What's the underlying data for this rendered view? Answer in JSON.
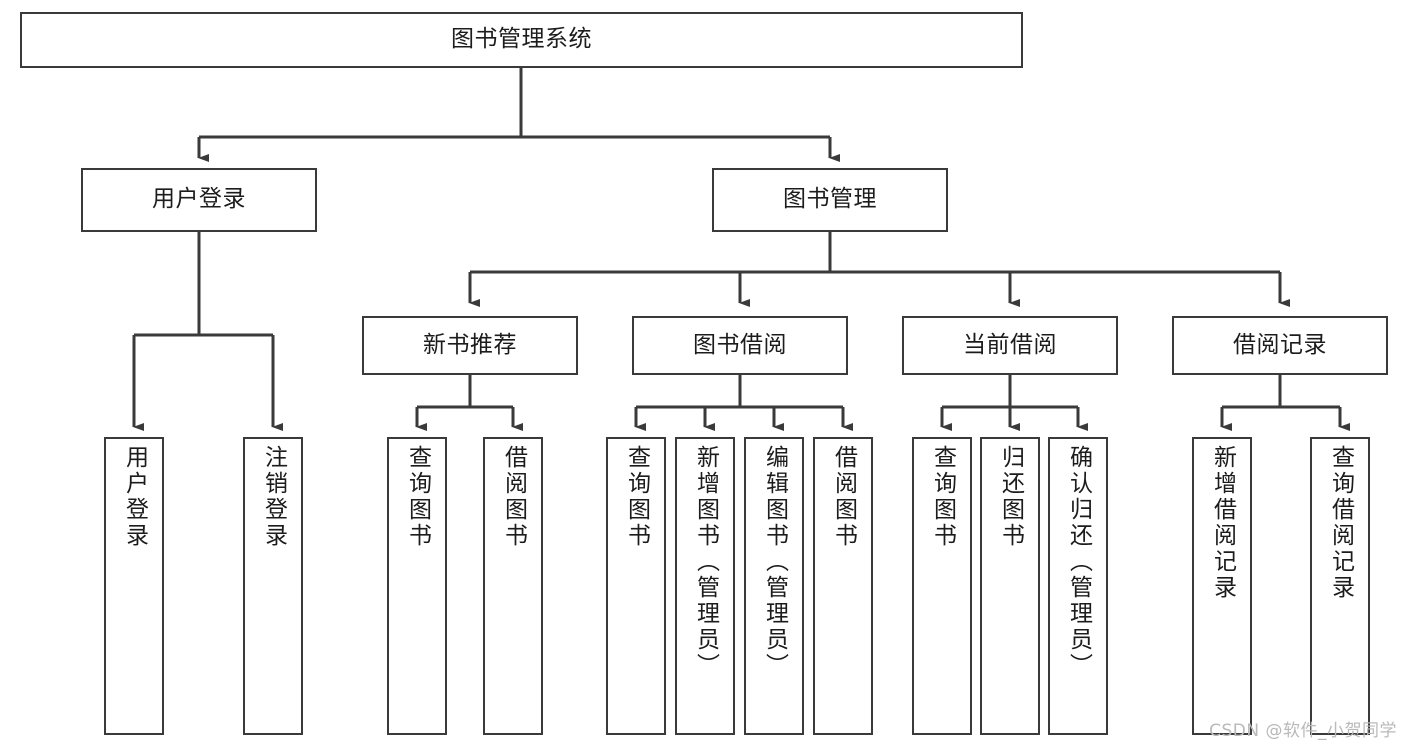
{
  "diagram": {
    "title": "图书管理系统",
    "type": "tree",
    "orientation": "top-down",
    "colors": {
      "box_border": "#3a3a3a",
      "box_fill": "#ffffff",
      "edge": "#3a3a3a",
      "text": "#1c1c1c",
      "watermark": "#b9b9b9",
      "background": "#ffffff"
    },
    "nodes": {
      "root": {
        "label": "图书管理系统"
      },
      "level2": [
        {
          "label": "用户登录"
        },
        {
          "label": "图书管理"
        }
      ],
      "level3": [
        {
          "label": "新书推荐"
        },
        {
          "label": "图书借阅"
        },
        {
          "label": "当前借阅"
        },
        {
          "label": "借阅记录"
        }
      ],
      "leaves_user_login": [
        {
          "label": "用户登录"
        },
        {
          "label": "注销登录"
        }
      ],
      "leaves_new_book": [
        {
          "label": "查询图书"
        },
        {
          "label": "借阅图书"
        }
      ],
      "leaves_borrow": [
        {
          "label": "查询图书"
        },
        {
          "label": "新增图书（管理员）"
        },
        {
          "label": "编辑图书（管理员）"
        },
        {
          "label": "借阅图书"
        }
      ],
      "leaves_current": [
        {
          "label": "查询图书"
        },
        {
          "label": "归还图书"
        },
        {
          "label": "确认归还（管理员）"
        }
      ],
      "leaves_record": [
        {
          "label": "新增借阅记录"
        },
        {
          "label": "查询借阅记录"
        }
      ]
    },
    "watermark": "CSDN @软件_小贺同学"
  }
}
